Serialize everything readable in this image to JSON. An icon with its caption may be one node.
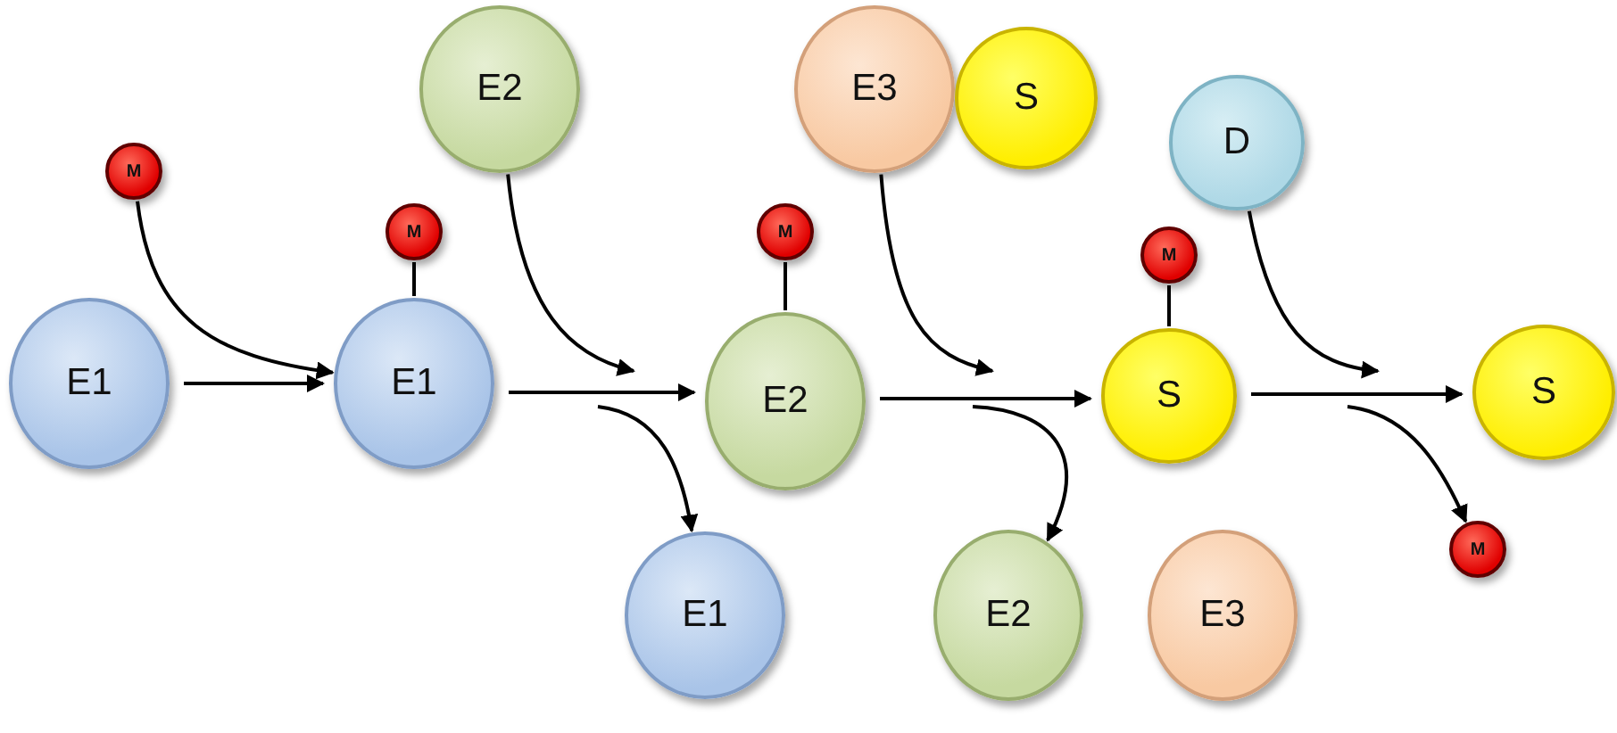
{
  "diagram": {
    "nodes": [
      {
        "text": [
          "M"
        ]
      },
      {
        "text": [
          "E1"
        ]
      },
      {
        "text": [
          "M"
        ]
      },
      {
        "text": [
          "E1"
        ]
      },
      {
        "text": [
          "E2"
        ]
      },
      {
        "text": [
          "M"
        ]
      },
      {
        "text": [
          "E2"
        ]
      },
      {
        "text": [
          "E1"
        ]
      },
      {
        "text": [
          "E3"
        ]
      },
      {
        "text": [
          "S"
        ]
      },
      {
        "text": [
          "M"
        ]
      },
      {
        "text": [
          "S"
        ]
      },
      {
        "text": [
          "E2"
        ]
      },
      {
        "text": [
          "E3"
        ]
      },
      {
        "text": [
          "D"
        ]
      },
      {
        "text": [
          "S"
        ]
      },
      {
        "text": [
          "M"
        ]
      }
    ],
    "edges": [
      {
        "from": 1,
        "to": 3,
        "arrow": "to"
      },
      {
        "from": 0,
        "to": 3,
        "arrow": "to"
      },
      {
        "from": 2,
        "to": 3,
        "arrow": "none"
      },
      {
        "from": 3,
        "to": 6,
        "arrow": "to"
      },
      {
        "from": 4,
        "to": null,
        "arrow": "to"
      },
      {
        "from": null,
        "to": 7,
        "arrow": "to"
      },
      {
        "from": 5,
        "to": 6,
        "arrow": "none"
      },
      {
        "from": 6,
        "to": 11,
        "arrow": "to"
      },
      {
        "from": 8,
        "to": null,
        "arrow": "to"
      },
      {
        "from": null,
        "to": 12,
        "arrow": "to"
      },
      {
        "from": 10,
        "to": 11,
        "arrow": "none"
      },
      {
        "from": 11,
        "to": 15,
        "arrow": "to"
      },
      {
        "from": 14,
        "to": null,
        "arrow": "to"
      },
      {
        "from": null,
        "to": 16,
        "arrow": "to"
      }
    ]
  }
}
